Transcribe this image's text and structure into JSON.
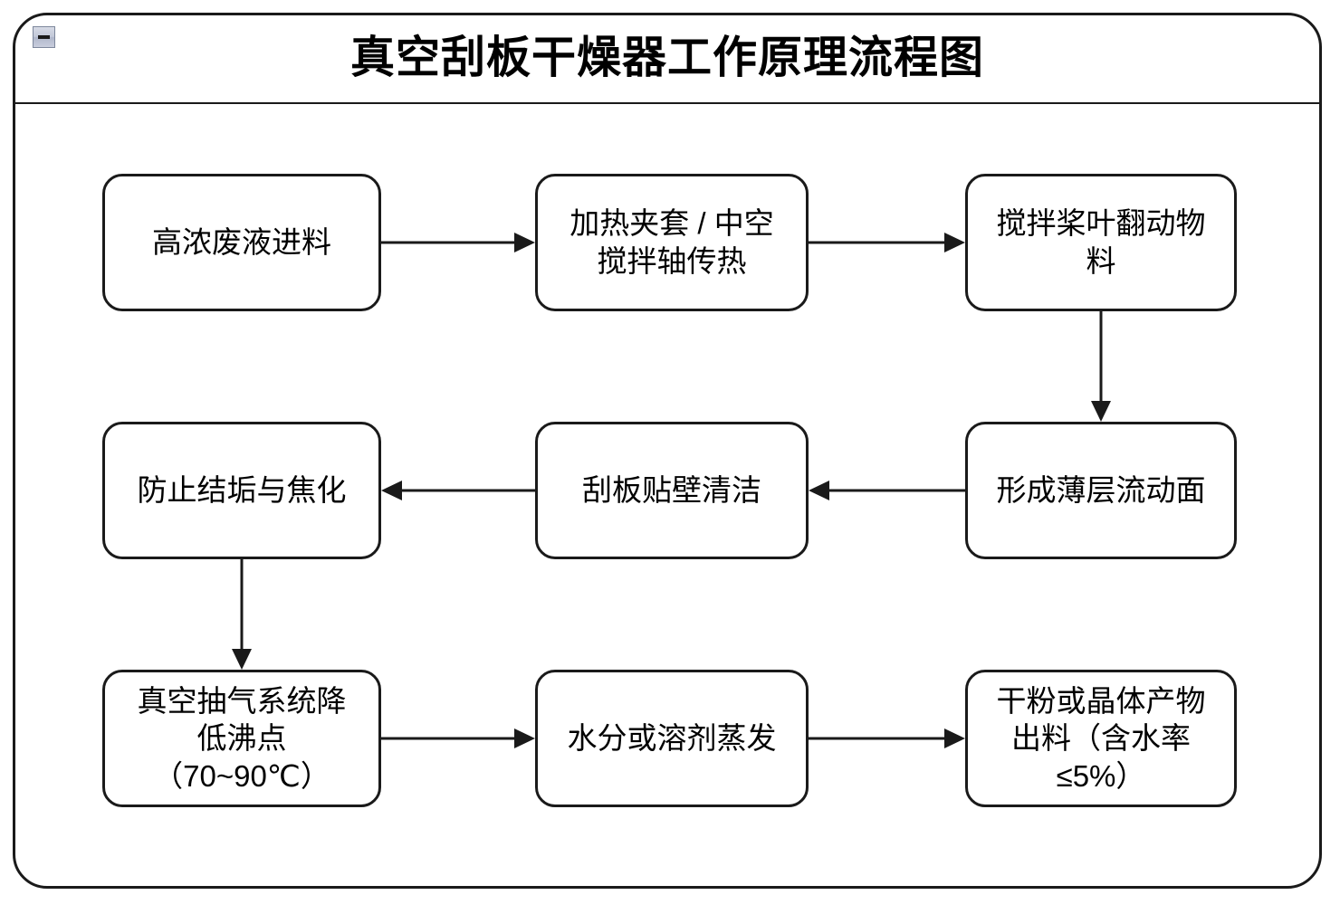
{
  "window": {
    "title": "真空刮板干燥器工作原理流程图",
    "collapse_button_label": "−",
    "collapse_icon": "minus-icon"
  },
  "theme": {
    "background": "#ffffff",
    "stroke": "#1a1a1a",
    "text": "#000000",
    "button_face": "#c2c8d8",
    "button_border": "#7d879c"
  },
  "chart_data": {
    "type": "diagram",
    "diagram_type": "flowchart",
    "title": "真空刮板干燥器工作原理流程图",
    "layout": "serpentine-3x3",
    "nodes": [
      {
        "id": "n1",
        "label": "高浓废液进料",
        "row": 1,
        "col": 1
      },
      {
        "id": "n2",
        "label": "加热夹套 / 中空\n搅拌轴传热",
        "row": 1,
        "col": 2
      },
      {
        "id": "n3",
        "label": "搅拌桨叶翻动物\n料",
        "row": 1,
        "col": 3
      },
      {
        "id": "n4",
        "label": "形成薄层流动面",
        "row": 2,
        "col": 3
      },
      {
        "id": "n5",
        "label": "刮板贴壁清洁",
        "row": 2,
        "col": 2
      },
      {
        "id": "n6",
        "label": "防止结垢与焦化",
        "row": 2,
        "col": 1
      },
      {
        "id": "n7",
        "label": "真空抽气系统降\n低沸点\n（70~90℃）",
        "row": 3,
        "col": 1
      },
      {
        "id": "n8",
        "label": "水分或溶剂蒸发",
        "row": 3,
        "col": 2
      },
      {
        "id": "n9",
        "label": "干粉或晶体产物\n出料（含水率\n≤5%）",
        "row": 3,
        "col": 3
      }
    ],
    "edges": [
      {
        "from": "n1",
        "to": "n2",
        "direction": "right"
      },
      {
        "from": "n2",
        "to": "n3",
        "direction": "right"
      },
      {
        "from": "n3",
        "to": "n4",
        "direction": "down"
      },
      {
        "from": "n4",
        "to": "n5",
        "direction": "left"
      },
      {
        "from": "n5",
        "to": "n6",
        "direction": "left"
      },
      {
        "from": "n6",
        "to": "n7",
        "direction": "down"
      },
      {
        "from": "n7",
        "to": "n8",
        "direction": "right"
      },
      {
        "from": "n8",
        "to": "n9",
        "direction": "right"
      }
    ]
  }
}
